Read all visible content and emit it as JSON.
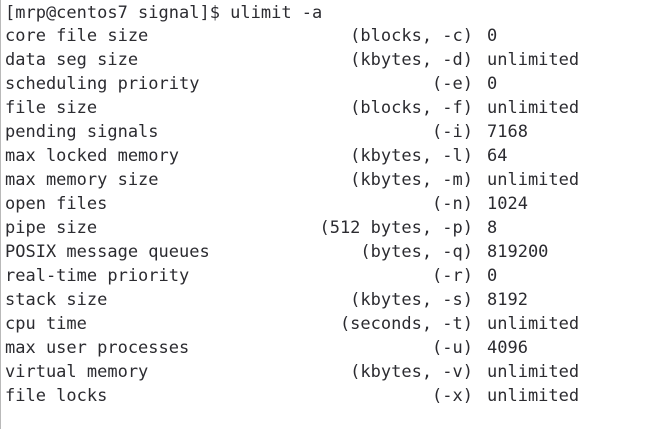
{
  "terminal": {
    "window_title": "ulimit -a terminal output",
    "colors": {
      "background": "#ffffff",
      "foreground": "#2b2b30",
      "left_border": "#b9b9b9"
    },
    "prompt": {
      "user": "mrp",
      "host": "centos7",
      "directory": "signal",
      "symbol": "$",
      "full_prompt": "[mrp@centos7 signal]$",
      "command": "ulimit -a",
      "full_line": "[mrp@centos7 signal]$ ulimit -a"
    },
    "output": {
      "command_name": "ulimit",
      "command_flag": "-a",
      "rows": [
        {
          "name": "core file size",
          "unit": "(blocks, -c)",
          "value": "0"
        },
        {
          "name": "data seg size",
          "unit": "(kbytes, -d)",
          "value": "unlimited"
        },
        {
          "name": "scheduling priority",
          "unit": "(-e)",
          "value": "0"
        },
        {
          "name": "file size",
          "unit": "(blocks, -f)",
          "value": "unlimited"
        },
        {
          "name": "pending signals",
          "unit": "(-i)",
          "value": "7168"
        },
        {
          "name": "max locked memory",
          "unit": "(kbytes, -l)",
          "value": "64"
        },
        {
          "name": "max memory size",
          "unit": "(kbytes, -m)",
          "value": "unlimited"
        },
        {
          "name": "open files",
          "unit": "(-n)",
          "value": "1024"
        },
        {
          "name": "pipe size",
          "unit": "(512 bytes, -p)",
          "value": "8"
        },
        {
          "name": "POSIX message queues",
          "unit": "(bytes, -q)",
          "value": "819200"
        },
        {
          "name": "real-time priority",
          "unit": "(-r)",
          "value": "0"
        },
        {
          "name": "stack size",
          "unit": "(kbytes, -s)",
          "value": "8192"
        },
        {
          "name": "cpu time",
          "unit": "(seconds, -t)",
          "value": "unlimited"
        },
        {
          "name": "max user processes",
          "unit": "(-u)",
          "value": "4096"
        },
        {
          "name": "virtual memory",
          "unit": "(kbytes, -v)",
          "value": "unlimited"
        },
        {
          "name": "file locks",
          "unit": "(-x)",
          "value": "unlimited"
        }
      ]
    }
  }
}
